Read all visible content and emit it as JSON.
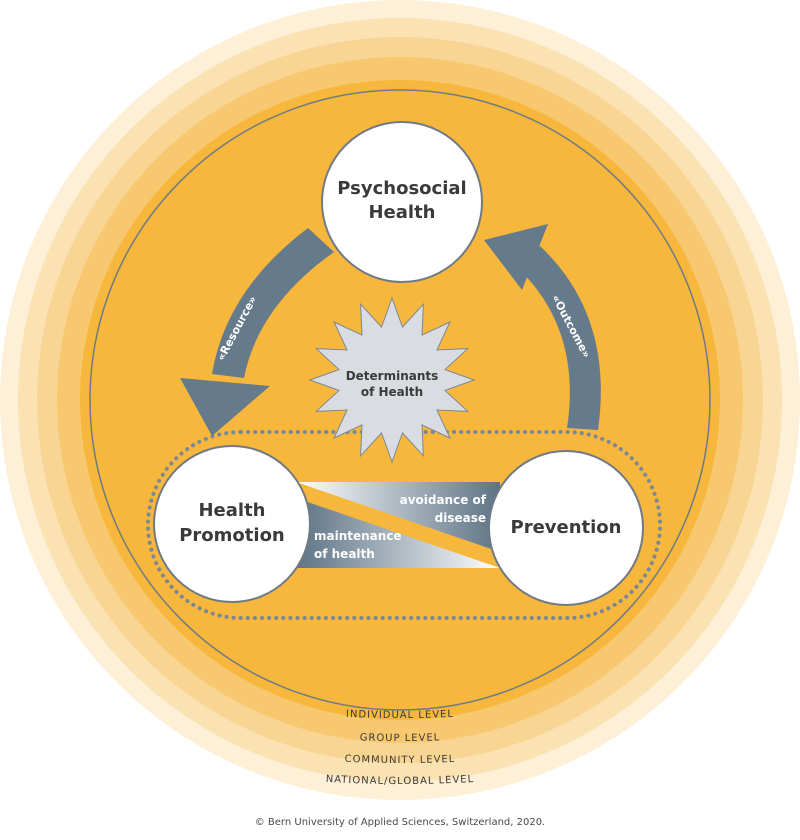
{
  "nodes": {
    "psychosocial": {
      "line1": "Psychosocial",
      "line2": "Health"
    },
    "promotion": {
      "line1": "Health",
      "line2": "Promotion"
    },
    "prevention": {
      "label": "Prevention"
    }
  },
  "center": {
    "line1": "Determinants",
    "line2": "of Health"
  },
  "arrows": {
    "resource": "«Resource»",
    "outcome": "«Outcome»"
  },
  "bands": {
    "avoidance": {
      "line1": "avoidance of",
      "line2": "disease"
    },
    "maintenance": {
      "line1": "maintenance",
      "line2": "of health"
    }
  },
  "levels": [
    "INDIVIDUAL LEVEL",
    "GROUP LEVEL",
    "COMMUNITY LEVEL",
    "NATIONAL/GLOBAL LEVEL"
  ],
  "copyright": "© Bern University of Applied Sciences, Switzerland, 2020.",
  "colors": {
    "ring_outer": "#fdf0d6",
    "ring_3": "#fbe2b3",
    "ring_2": "#f9d593",
    "ring_1": "#f7c870",
    "core": "#f6b73c",
    "arrow": "#657b8c",
    "node_fill": "#ffffff",
    "sun_fill": "#d9dde2"
  }
}
